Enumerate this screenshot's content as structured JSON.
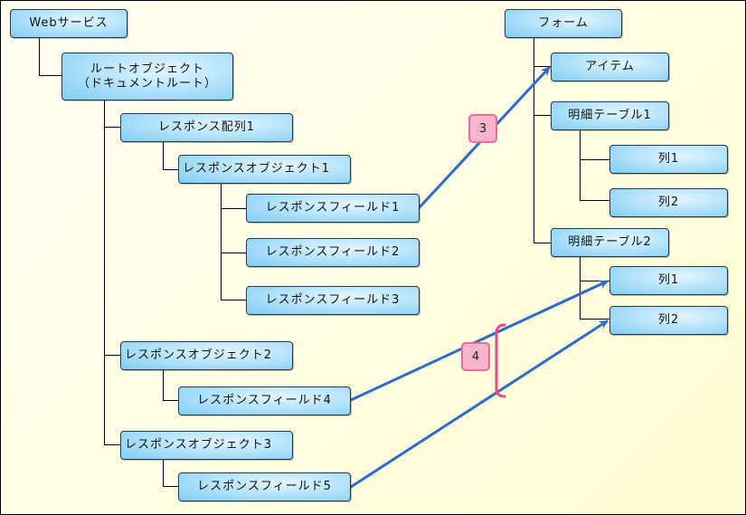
{
  "source_tree": {
    "web_service": "Webサービス",
    "root_object": "ルートオブジェクト\n（ドキュメントルート）",
    "response_array_1": "レスポンス配列1",
    "response_object_1": "レスポンスオブジェクト1",
    "response_field_1": "レスポンスフィールド1",
    "response_field_2": "レスポンスフィールド2",
    "response_field_3": "レスポンスフィールド3",
    "response_object_2": "レスポンスオブジェクト2",
    "response_field_4": "レスポンスフィールド4",
    "response_object_3": "レスポンスオブジェクト3",
    "response_field_5": "レスポンスフィールド5"
  },
  "target_tree": {
    "form": "フォーム",
    "item": "アイテム",
    "detail_table_1": "明細テーブル1",
    "dt1_col_1": "列1",
    "dt1_col_2": "列2",
    "detail_table_2": "明細テーブル2",
    "dt2_col_1": "列1",
    "dt2_col_2": "列2"
  },
  "mappings": [
    {
      "from": "レスポンスフィールド1",
      "to": "アイテム",
      "label": "3"
    },
    {
      "from": "レスポンスフィールド4",
      "to": "明細テーブル2 / 列1",
      "label": "4"
    },
    {
      "from": "レスポンスフィールド5",
      "to": "明細テーブル2 / 列2",
      "label": "4"
    }
  ],
  "badges": {
    "badge_3": "3",
    "badge_4": "4"
  },
  "colors": {
    "node_fill": "#9fd9f7",
    "arrow": "#2e6bcc",
    "badge_fill": "#f8b4cc",
    "badge_border": "#ea6d98",
    "bracket": "#e84c80",
    "background": "#ffffe8"
  }
}
